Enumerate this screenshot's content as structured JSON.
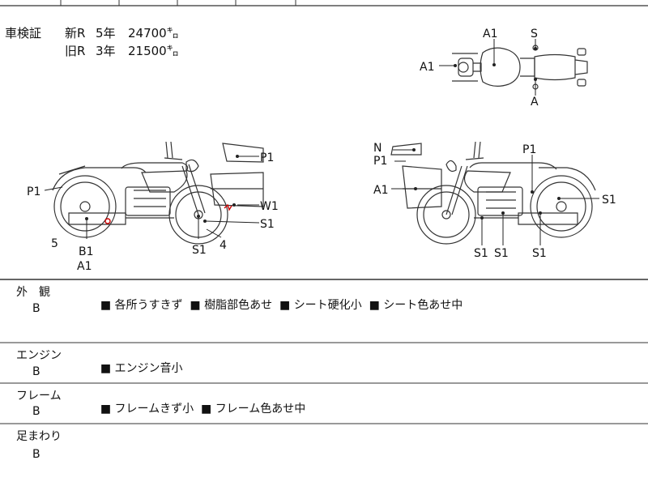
{
  "odometer": {
    "label": "車検証",
    "rows": [
      {
        "type": "新R",
        "years": "5年",
        "km": "24700㌔"
      },
      {
        "type": "旧R",
        "years": "3年",
        "km": "21500㌔"
      }
    ]
  },
  "diagram_labels": {
    "top": {
      "a1_front": "A1",
      "a1_top": "A1",
      "s": "S",
      "a": "A"
    },
    "left": {
      "p1_tail": "P1",
      "p1_case": "P1",
      "w1": "W1",
      "s1_case": "S1",
      "s1_wheel": "S1",
      "b1": "B1",
      "a1": "A1",
      "num_5": "5",
      "num_4": "4"
    },
    "right": {
      "n": "N",
      "p1_case": "P1",
      "a1_case": "A1",
      "p1_tank": "P1",
      "s1_rear": "S1",
      "s1_a": "S1",
      "s1_b": "S1",
      "s1_c": "S1"
    }
  },
  "sections": [
    {
      "label": "外　観",
      "grade": "B",
      "items": [
        "各所うすきず",
        "樹脂部色あせ",
        "シート硬化小",
        "シート色あせ中"
      ]
    },
    {
      "label": "エンジン",
      "grade": "B",
      "items": [
        "エンジン音小"
      ]
    },
    {
      "label": "フレーム",
      "grade": "B",
      "items": [
        "フレームきず小",
        "フレーム色あせ中"
      ]
    },
    {
      "label": "足まわり",
      "grade": "B",
      "items": []
    }
  ],
  "colors": {
    "line": "#333333",
    "mark": "#cc0000"
  }
}
